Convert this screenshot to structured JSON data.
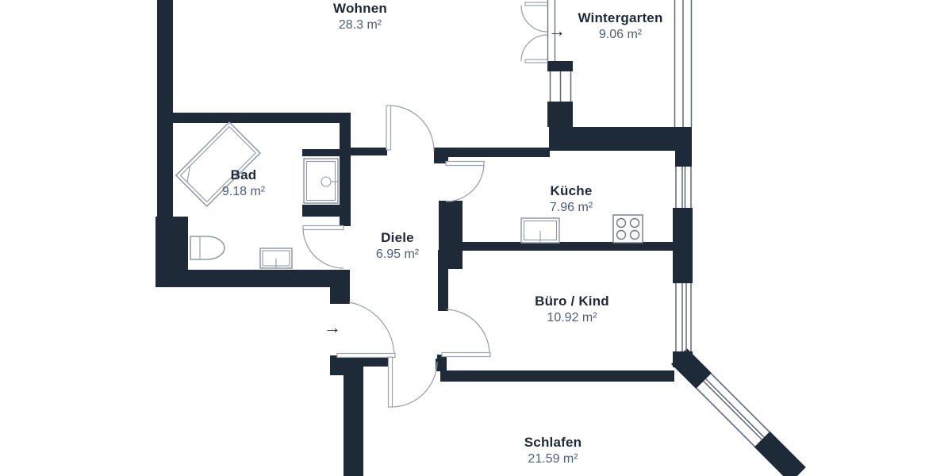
{
  "plan": {
    "type": "floorplan",
    "unit": "m²",
    "rooms": {
      "wohnen": {
        "name": "Wohnen",
        "area": "28.3 m²"
      },
      "wintergarten": {
        "name": "Wintergarten",
        "area": "9.06 m²"
      },
      "bad": {
        "name": "Bad",
        "area": "9.18 m²"
      },
      "diele": {
        "name": "Diele",
        "area": "6.95 m²"
      },
      "kueche": {
        "name": "Küche",
        "area": "7.96 m²"
      },
      "buero": {
        "name": "Büro / Kind",
        "area": "10.92 m²"
      },
      "schlafen": {
        "name": "Schlafen",
        "area": "21.59 m²"
      }
    },
    "icons": {
      "entrance_arrow": "→",
      "wintergarten_arrow": "→"
    }
  },
  "colors": {
    "background": "#ffffff",
    "wall": "#1f2a38",
    "room_name": "#1e2938",
    "room_area": "#4e5e74",
    "door_line": "#9aa2ae",
    "window_line": "#5d6878",
    "jamb_line": "#6b7685",
    "fixture_line": "#8f98a5",
    "stove_line": "#6e7787"
  }
}
